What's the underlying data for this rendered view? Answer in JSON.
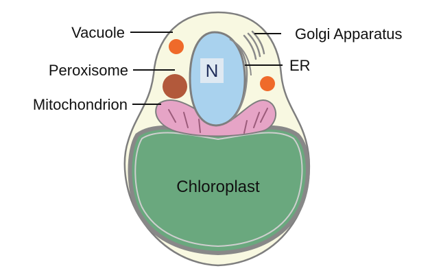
{
  "labels": {
    "vacuole": "Vacuole",
    "peroxisome": "Peroxisome",
    "mitochondrion": "Mitochondrion",
    "golgi": "Golgi Apparatus",
    "er": "ER",
    "nucleus": "N",
    "chloroplast": "Chloroplast"
  },
  "colors": {
    "cytoplasm": "#f8f8e1",
    "membrane": "#7e7e7e",
    "nucleus": "#a9d2ee",
    "chloroplast": "#6aa87e",
    "mitochondrion": "#e6a4c6",
    "vacuole": "#ef6a2a",
    "peroxisome": "#b2593b"
  }
}
